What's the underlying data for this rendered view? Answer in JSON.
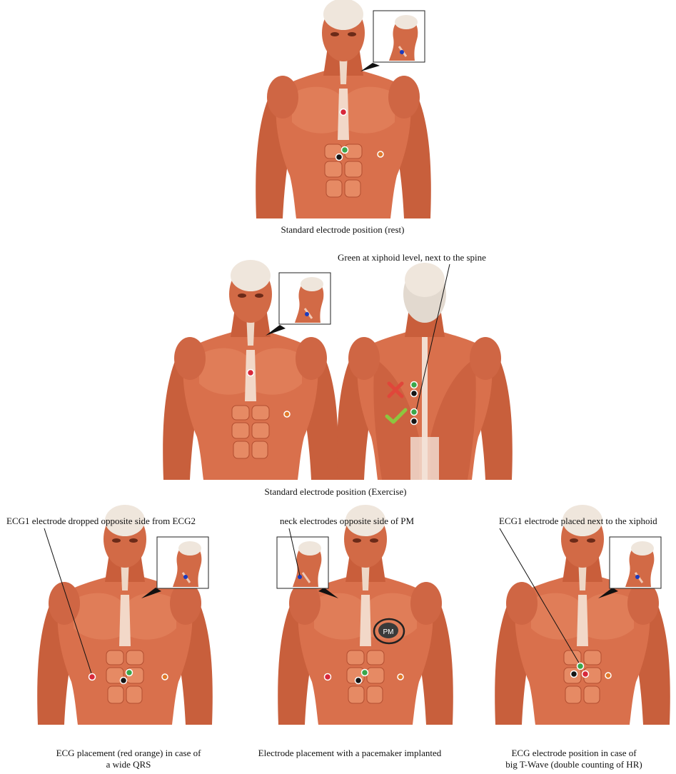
{
  "panels": [
    {
      "caption": "Standard electrode position (rest)"
    },
    {
      "caption": "Standard electrode position (Exercise)",
      "note": "Green at xiphoid level, next to the spine"
    },
    {
      "caption_line1": "ECG placement (red orange) in case of",
      "caption_line2": "a wide QRS",
      "note": "ECG1 electrode dropped opposite side from ECG2"
    },
    {
      "caption": "Electrode placement with a pacemaker implanted",
      "note": "neck electrodes opposite side of PM",
      "pm_label": "PM"
    },
    {
      "caption_line1": "ECG electrode position in case of",
      "caption_line2": "big T-Wave (double counting of HR)",
      "note": "ECG1 electrode placed next to the xiphoid"
    }
  ],
  "colors": {
    "skin": "#d9704c",
    "skin_dark": "#b24e30",
    "skin_light": "#f0a585",
    "bone": "#efe6dc",
    "electrode_red": "#d8283a",
    "electrode_green": "#3aa64a",
    "electrode_black": "#151515",
    "electrode_orange": "#e07a2a",
    "cross_red": "#e0463a",
    "check_green": "#8cc63f"
  }
}
